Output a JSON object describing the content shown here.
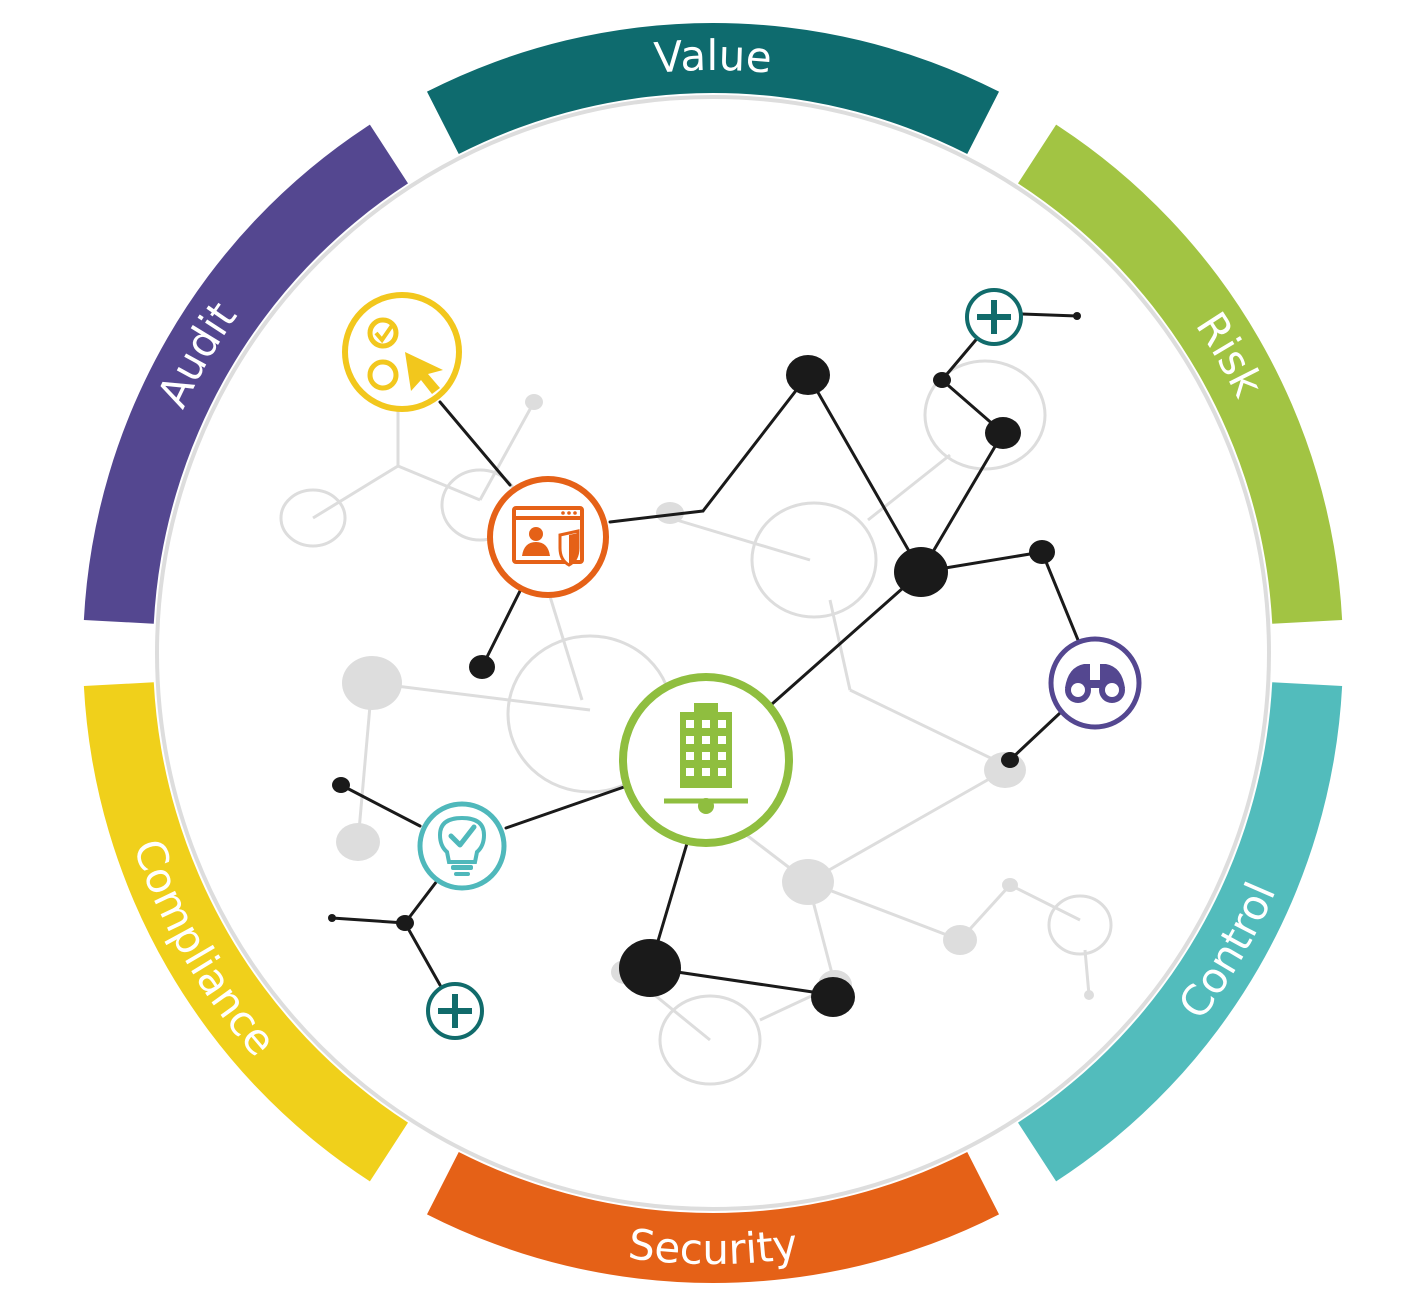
{
  "segments": [
    {
      "id": "value",
      "label": "Value",
      "color": "#0e6b6e"
    },
    {
      "id": "risk",
      "label": "Risk",
      "color": "#a2c443"
    },
    {
      "id": "control",
      "label": "Control",
      "color": "#52bcbc"
    },
    {
      "id": "security",
      "label": "Security",
      "color": "#e56117"
    },
    {
      "id": "compliance",
      "label": "Compliance",
      "color": "#f0d01b"
    },
    {
      "id": "audit",
      "label": "Audit",
      "color": "#544790"
    }
  ],
  "icons": {
    "checklist_cursor": {
      "name": "checklist-cursor-icon",
      "color": "#f2c71d"
    },
    "web_security": {
      "name": "web-security-icon",
      "color": "#e56117"
    },
    "plus_top": {
      "name": "plus-icon",
      "color": "#116b6b"
    },
    "binoculars": {
      "name": "binoculars-icon",
      "color": "#544790"
    },
    "building": {
      "name": "building-icon",
      "color": "#8fbe3f"
    },
    "lightbulb_check": {
      "name": "lightbulb-check-icon",
      "color": "#4fb8bb"
    },
    "plus_bottom": {
      "name": "plus-icon",
      "color": "#116b6b"
    }
  },
  "colors": {
    "network_line": "#1a1a1a",
    "network_node": "#1a1a1a",
    "background_network": "#dddddd",
    "inner_ring": "#dddddd"
  }
}
